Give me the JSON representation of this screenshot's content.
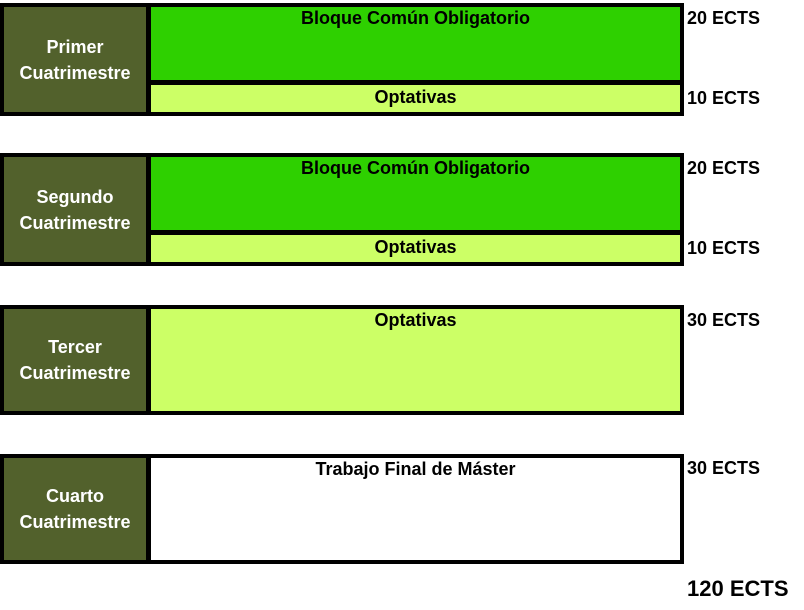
{
  "semesters": [
    {
      "name": [
        "Primer",
        "Cuatrimestre"
      ],
      "blocks": [
        {
          "label": "Bloque Común Obligatorio",
          "ects": "20 ECTS",
          "color": "#2ed000"
        },
        {
          "label": "Optativas",
          "ects": "10 ECTS",
          "color": "#ccff66"
        }
      ]
    },
    {
      "name": [
        "Segundo",
        "Cuatrimestre"
      ],
      "blocks": [
        {
          "label": "Bloque Común Obligatorio",
          "ects": "20 ECTS",
          "color": "#2ed000"
        },
        {
          "label": "Optativas",
          "ects": "10 ECTS",
          "color": "#ccff66"
        }
      ]
    },
    {
      "name": [
        "Tercer",
        "Cuatrimestre"
      ],
      "blocks": [
        {
          "label": "Optativas",
          "ects": "30 ECTS",
          "color": "#ccff66"
        }
      ]
    },
    {
      "name": [
        "Cuarto",
        "Cuatrimestre"
      ],
      "blocks": [
        {
          "label": "Trabajo Final de Máster",
          "ects": "30 ECTS",
          "color": "#ffffff"
        }
      ]
    }
  ],
  "total": "120 ECTS"
}
